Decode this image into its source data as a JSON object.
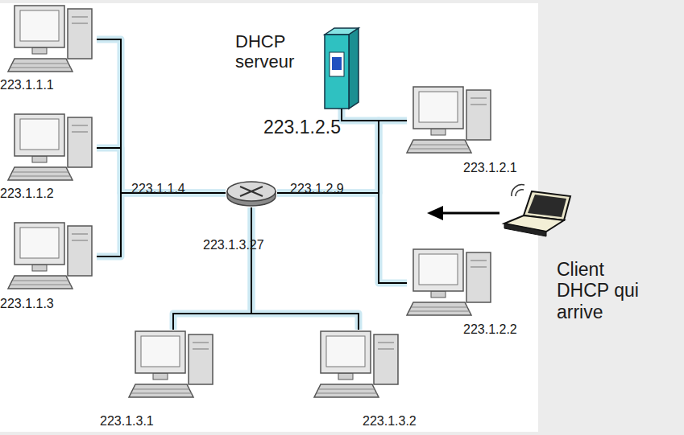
{
  "diagram": {
    "nodes": [
      {
        "text": [
          "223.1.1.1"
        ]
      },
      {
        "text": [
          "DHCP serveur",
          "223.1.2.5"
        ]
      },
      {
        "text": [
          "223.1.2.1"
        ]
      },
      {
        "text": [
          "223.1.1.2"
        ]
      },
      {
        "text": [
          "223.1.1.4",
          "223.1.2.9",
          "223.1.3.27"
        ]
      },
      {
        "text": [
          "Client DHCP qui arrive"
        ]
      },
      {
        "text": [
          "223.1.1.3"
        ]
      },
      {
        "text": [
          "223.1.2.2"
        ]
      },
      {
        "text": [
          "223.1.3.1"
        ]
      },
      {
        "text": [
          "223.1.3.2"
        ]
      }
    ],
    "edges": [
      {
        "from": 0,
        "to": 4,
        "arrow": "none"
      },
      {
        "from": 3,
        "to": 4,
        "arrow": "none"
      },
      {
        "from": 6,
        "to": 4,
        "arrow": "none"
      },
      {
        "from": 1,
        "to": 4,
        "arrow": "none"
      },
      {
        "from": 2,
        "to": 4,
        "arrow": "none"
      },
      {
        "from": 7,
        "to": 4,
        "arrow": "none"
      },
      {
        "from": 8,
        "to": 4,
        "arrow": "none"
      },
      {
        "from": 9,
        "to": 4,
        "arrow": "none"
      }
    ]
  }
}
